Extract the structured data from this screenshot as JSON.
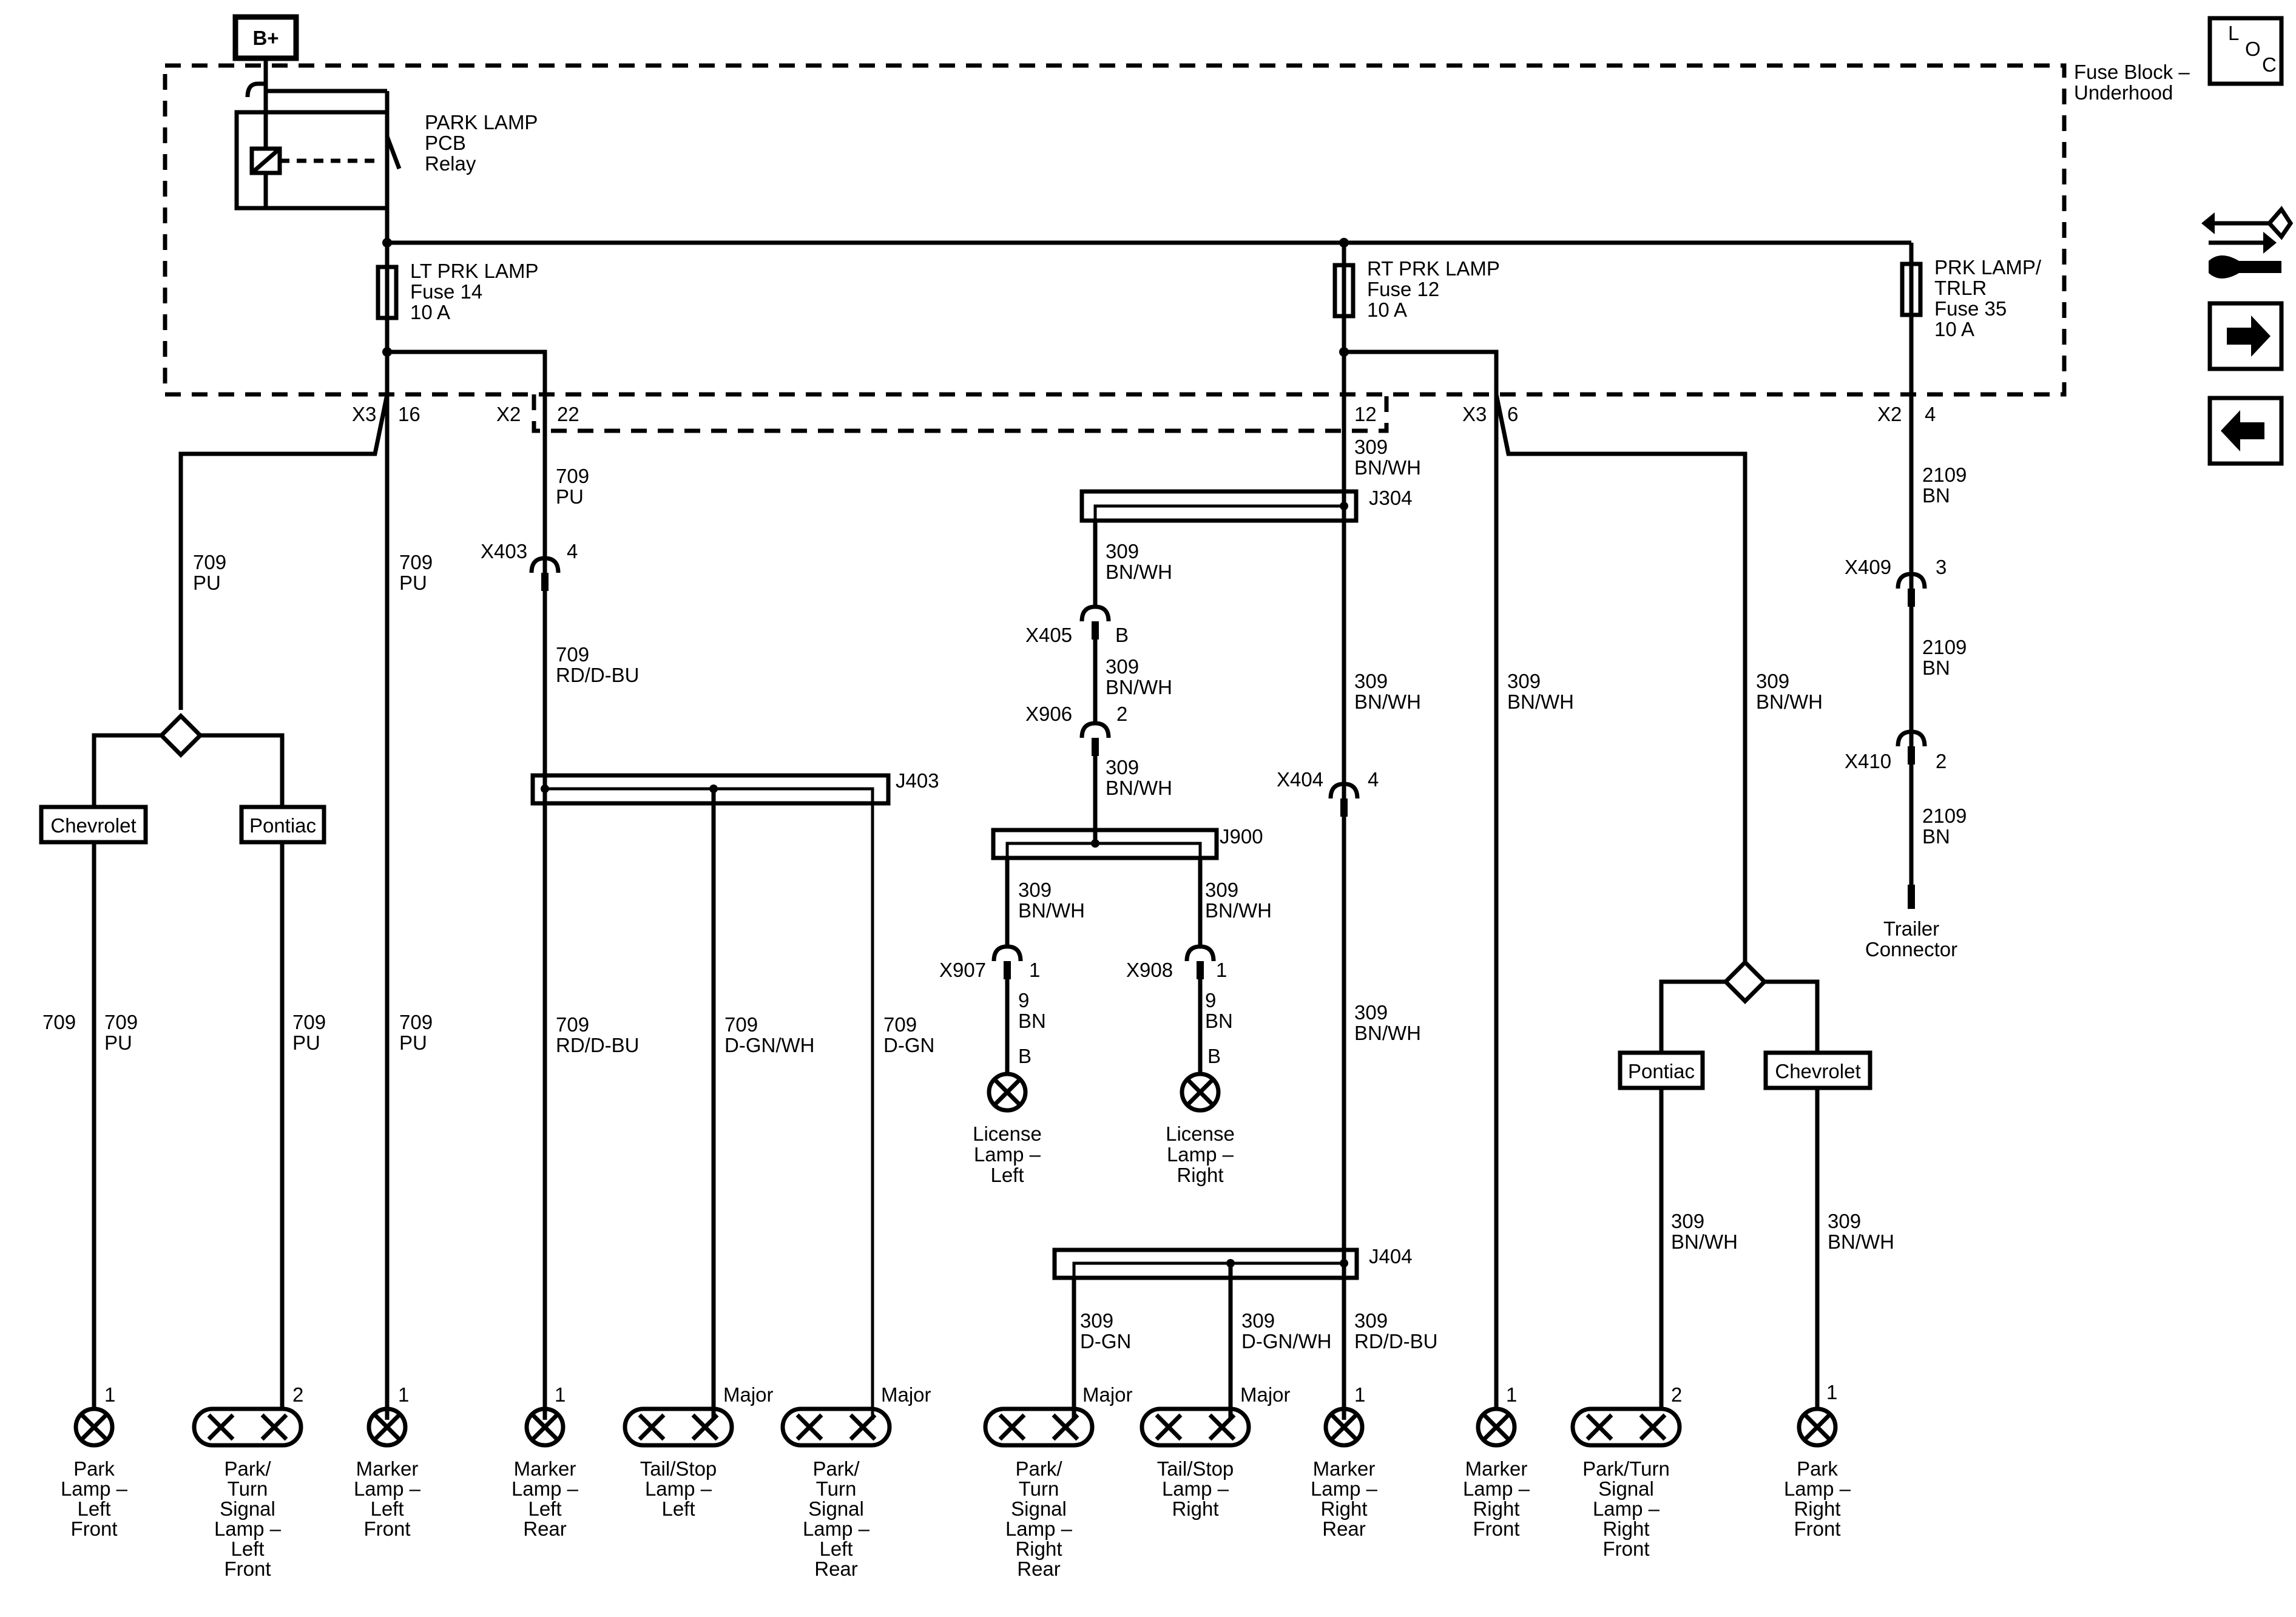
{
  "title_box": "B+",
  "side_icons": {
    "loc": "LOC",
    "loc_letters": [
      "L",
      "O",
      "C"
    ],
    "diagnostic": "wrench-arrow-icon",
    "next": "arrow-right-icon",
    "prev": "arrow-left-icon"
  },
  "fuse_block": {
    "label_line1": "Fuse Block –",
    "label_line2": "Underhood"
  },
  "relay": {
    "line1": "PARK LAMP",
    "line2": "PCB",
    "line3": "Relay"
  },
  "fuses": [
    {
      "line1": "LT PRK LAMP",
      "line2": "Fuse 14",
      "line3": "10 A"
    },
    {
      "line1": "RT PRK LAMP",
      "line2": "Fuse 12",
      "line3": "10 A"
    },
    {
      "line1": "PRK LAMP/",
      "line2": "TRLR",
      "line3": "Fuse 35",
      "line4": "10 A"
    }
  ],
  "connectors": {
    "x3_left": "X3",
    "x3_left_pin": "16",
    "x2_left": "X2",
    "x2_left_pin": "22",
    "x2_mid_pin": "12",
    "x3_right": "X3",
    "x3_right_pin": "6",
    "x2_right": "X2",
    "x2_right_pin": "4",
    "x403": "X403",
    "x403_pin": "4",
    "x405": "X405",
    "x405_pin": "B",
    "x906": "X906",
    "x906_pin": "2",
    "x907": "X907",
    "x907_pin": "1",
    "x908": "X908",
    "x908_pin": "1",
    "x404": "X404",
    "x404_pin": "4",
    "x409": "X409",
    "x409_pin": "3",
    "x410": "X410",
    "x410_pin": "2"
  },
  "splices": {
    "j403": "J403",
    "j304": "J304",
    "j900": "J900",
    "j404": "J404"
  },
  "wires": [
    {
      "id": "w_left_split",
      "circuit": "709",
      "color": "PU"
    },
    {
      "id": "w_marker_lf",
      "circuit": "709",
      "color": "PU"
    },
    {
      "id": "w_x2_22",
      "circuit": "709",
      "color": "PU"
    },
    {
      "id": "w_x403_out",
      "circuit": "709",
      "color": "RD/D-BU"
    },
    {
      "id": "w_chev_left",
      "circuit": "709",
      "color": "PU"
    },
    {
      "id": "w_pont_left",
      "circuit": "709",
      "color": "PU"
    },
    {
      "id": "w_marker_lr",
      "circuit": "709",
      "color": "RD/D-BU"
    },
    {
      "id": "w_tail_left",
      "circuit": "709",
      "color": "D-GN/WH"
    },
    {
      "id": "w_turn_lr",
      "circuit": "709",
      "color": "D-GN"
    },
    {
      "id": "w_x2_12",
      "circuit": "309",
      "color": "BN/WH"
    },
    {
      "id": "w_j304_x405",
      "circuit": "309",
      "color": "BN/WH"
    },
    {
      "id": "w_x405_x906",
      "circuit": "309",
      "color": "BN/WH"
    },
    {
      "id": "w_x906_j900",
      "circuit": "309",
      "color": "BN/WH"
    },
    {
      "id": "w_j900_x907",
      "circuit": "309",
      "color": "BN/WH"
    },
    {
      "id": "w_j900_x908",
      "circuit": "309",
      "color": "BN/WH"
    },
    {
      "id": "w_x907_lic",
      "circuit": "9",
      "color": "BN"
    },
    {
      "id": "w_x908_lic",
      "circuit": "9",
      "color": "BN"
    },
    {
      "id": "w_j304_x404",
      "circuit": "309",
      "color": "BN/WH"
    },
    {
      "id": "w_x404_j404",
      "circuit": "309",
      "color": "BN/WH"
    },
    {
      "id": "w_x3_6",
      "circuit": "309",
      "color": "BN/WH"
    },
    {
      "id": "w_right_split",
      "circuit": "309",
      "color": "BN/WH"
    },
    {
      "id": "w_pont_right",
      "circuit": "309",
      "color": "BN/WH"
    },
    {
      "id": "w_chev_right",
      "circuit": "309",
      "color": "BN/WH"
    },
    {
      "id": "w_turn_rr",
      "circuit": "309",
      "color": "D-GN"
    },
    {
      "id": "w_tail_right",
      "circuit": "309",
      "color": "D-GN/WH"
    },
    {
      "id": "w_marker_rr",
      "circuit": "309",
      "color": "RD/D-BU"
    },
    {
      "id": "w_x2_4",
      "circuit": "2109",
      "color": "BN"
    },
    {
      "id": "w_x409_x410",
      "circuit": "2109",
      "color": "BN"
    },
    {
      "id": "w_x410_trailer",
      "circuit": "2109",
      "color": "BN"
    }
  ],
  "options": {
    "chevrolet": "Chevrolet",
    "pontiac": "Pontiac"
  },
  "lamp_pins": {
    "p1": "1",
    "p2": "2",
    "major": "Major",
    "b": "B"
  },
  "lamps": {
    "park_lf": [
      "Park",
      "Lamp –",
      "Left",
      "Front"
    ],
    "turn_lf": [
      "Park/",
      "Turn",
      "Signal",
      "Lamp –",
      "Left",
      "Front"
    ],
    "marker_lf": [
      "Marker",
      "Lamp –",
      "Left",
      "Front"
    ],
    "marker_lr": [
      "Marker",
      "Lamp –",
      "Left",
      "Rear"
    ],
    "tail_l": [
      "Tail/Stop",
      "Lamp –",
      "Left"
    ],
    "turn_lr": [
      "Park/",
      "Turn",
      "Signal",
      "Lamp –",
      "Left",
      "Rear"
    ],
    "lic_l": [
      "License",
      "Lamp –",
      "Left"
    ],
    "lic_r": [
      "License",
      "Lamp –",
      "Right"
    ],
    "turn_rr": [
      "Park/",
      "Turn",
      "Signal",
      "Lamp –",
      "Right",
      "Rear"
    ],
    "tail_r": [
      "Tail/Stop",
      "Lamp –",
      "Right"
    ],
    "marker_rr": [
      "Marker",
      "Lamp –",
      "Right",
      "Rear"
    ],
    "marker_rf": [
      "Marker",
      "Lamp –",
      "Right",
      "Front"
    ],
    "turn_rf": [
      "Park/Turn",
      "Signal",
      "Lamp –",
      "Right",
      "Front"
    ],
    "park_rf": [
      "Park",
      "Lamp –",
      "Right",
      "Front"
    ],
    "trailer": [
      "Trailer",
      "Connector"
    ]
  }
}
